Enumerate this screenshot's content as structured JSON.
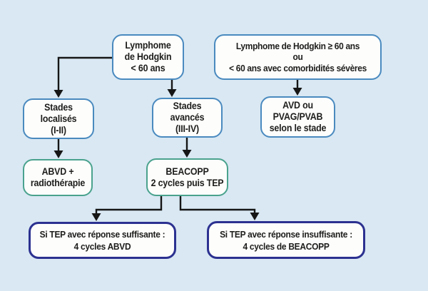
{
  "colors": {
    "bg": "#d9e8f3",
    "blue_border": "#4a8abf",
    "green_border": "#4aa28d",
    "navy_border": "#2c3190",
    "box_fill": "#fdfdfc",
    "line_color": "#161616",
    "text_color": "#1d1d1b"
  },
  "nodes": {
    "lymphome_lt60": {
      "line1": "Lymphome",
      "line2": "de Hodgkin",
      "line3": "< 60 ans"
    },
    "lymphome_ge60": {
      "line1": "Lymphome de Hodgkin ≥ 60 ans",
      "line2": "ou",
      "line3": "< 60 ans avec comorbidités sévères"
    },
    "stades_localises": {
      "line1": "Stades",
      "line2": "localisés",
      "line3": "(I-II)"
    },
    "stades_avances": {
      "line1": "Stades",
      "line2": "avancés",
      "line3": "(III-IV)"
    },
    "avd": {
      "line1": "AVD ou",
      "line2": "PVAG/PVAB",
      "line3": "selon le stade"
    },
    "abvd": {
      "line1": "ABVD +",
      "line2": "radiothérapie"
    },
    "beacopp": {
      "line1": "BEACOPP",
      "line2": "2 cycles puis TEP"
    },
    "tep_suffisante": {
      "line1": "Si TEP avec réponse suffisante :",
      "line2": "4 cycles ABVD"
    },
    "tep_insuffisante": {
      "line1": "Si TEP avec réponse insuffisante :",
      "line2": "4 cycles de BEACOPP"
    }
  },
  "edges": [
    {
      "from": "lymphome_lt60",
      "to": "stades_localises"
    },
    {
      "from": "lymphome_lt60",
      "to": "stades_avances"
    },
    {
      "from": "lymphome_ge60",
      "to": "avd"
    },
    {
      "from": "stades_localises",
      "to": "abvd"
    },
    {
      "from": "stades_avances",
      "to": "beacopp"
    },
    {
      "from": "beacopp",
      "to": "tep_suffisante"
    },
    {
      "from": "beacopp",
      "to": "tep_insuffisante"
    }
  ]
}
